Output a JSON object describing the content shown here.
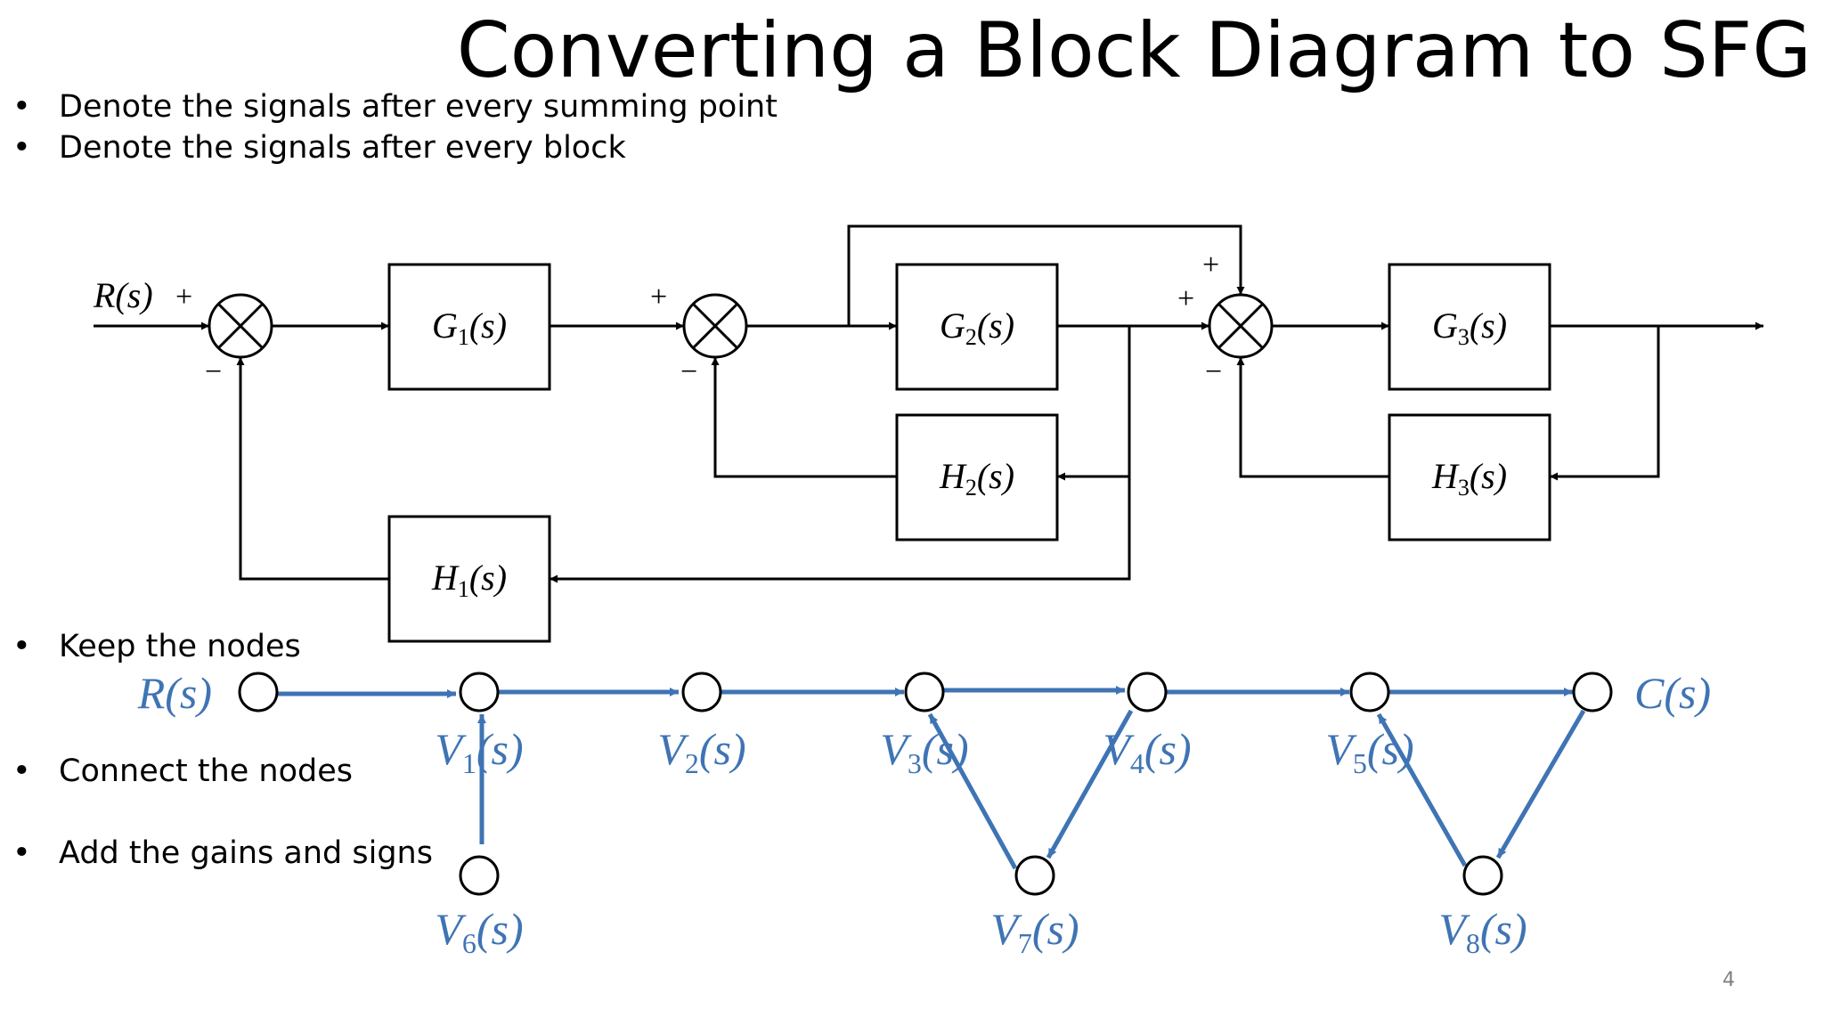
{
  "title": "Converting a Block Diagram to SFG",
  "bullets_top": [
    "Denote the signals after every summing point",
    "Denote the signals after every block"
  ],
  "bullets_bottom": [
    "Keep the nodes",
    "Connect the nodes",
    "Add the gains and signs"
  ],
  "page_number": "4",
  "block_diagram": {
    "input_label": "R(s)",
    "blocks": [
      {
        "id": "G1",
        "base": "G",
        "sub": "1",
        "suffix": "(s)"
      },
      {
        "id": "G2",
        "base": "G",
        "sub": "2",
        "suffix": "(s)"
      },
      {
        "id": "G3",
        "base": "G",
        "sub": "3",
        "suffix": "(s)"
      },
      {
        "id": "H1",
        "base": "H",
        "sub": "1",
        "suffix": "(s)"
      },
      {
        "id": "H2",
        "base": "H",
        "sub": "2",
        "suffix": "(s)"
      },
      {
        "id": "H3",
        "base": "H",
        "sub": "3",
        "suffix": "(s)"
      }
    ],
    "signs": {
      "plus": "+",
      "minus": "−"
    }
  },
  "sfg": {
    "color": "#3f74b4",
    "nodes": [
      {
        "id": "R",
        "label": "R(s)"
      },
      {
        "id": "V1",
        "base": "V",
        "sub": "1",
        "suffix": "(s)"
      },
      {
        "id": "V2",
        "base": "V",
        "sub": "2",
        "suffix": "(s)"
      },
      {
        "id": "V3",
        "base": "V",
        "sub": "3",
        "suffix": "(s)"
      },
      {
        "id": "V4",
        "base": "V",
        "sub": "4",
        "suffix": "(s)"
      },
      {
        "id": "V5",
        "base": "V",
        "sub": "5",
        "suffix": "(s)"
      },
      {
        "id": "C",
        "label": "C(s)"
      },
      {
        "id": "V6",
        "base": "V",
        "sub": "6",
        "suffix": "(s)"
      },
      {
        "id": "V7",
        "base": "V",
        "sub": "7",
        "suffix": "(s)"
      },
      {
        "id": "V8",
        "base": "V",
        "sub": "8",
        "suffix": "(s)"
      }
    ]
  }
}
